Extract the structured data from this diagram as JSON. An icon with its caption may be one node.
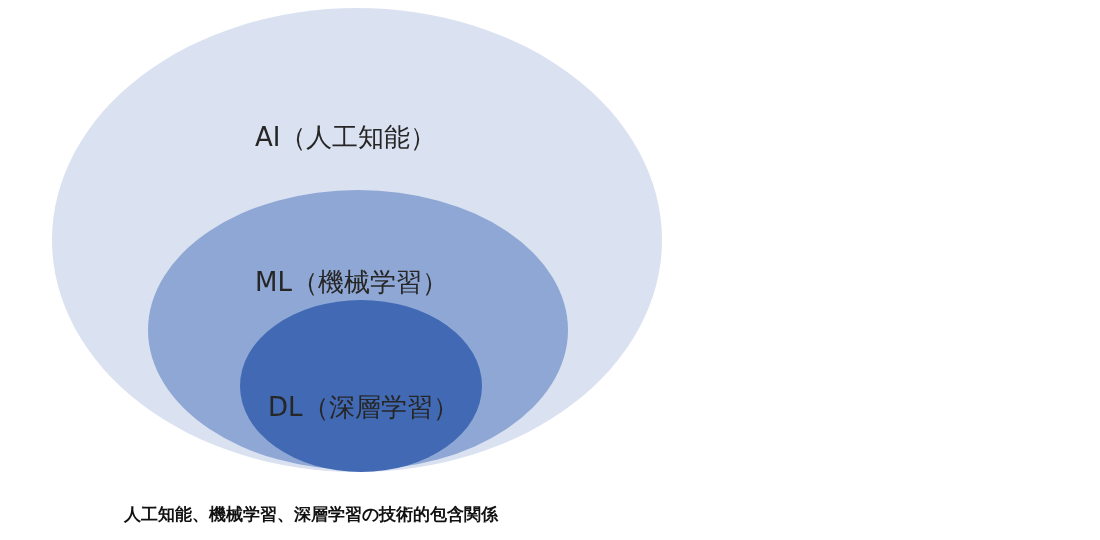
{
  "diagram": {
    "nodes": [
      {
        "text": [
          "AI（人工知能）"
        ]
      },
      {
        "text": [
          "ML（機械学習）"
        ],
        "in": 0
      },
      {
        "text": [
          "DL（深層学習）"
        ],
        "in": 1
      }
    ],
    "caption": "人工知能、機械学習、深層学習の技術的包含関係"
  }
}
